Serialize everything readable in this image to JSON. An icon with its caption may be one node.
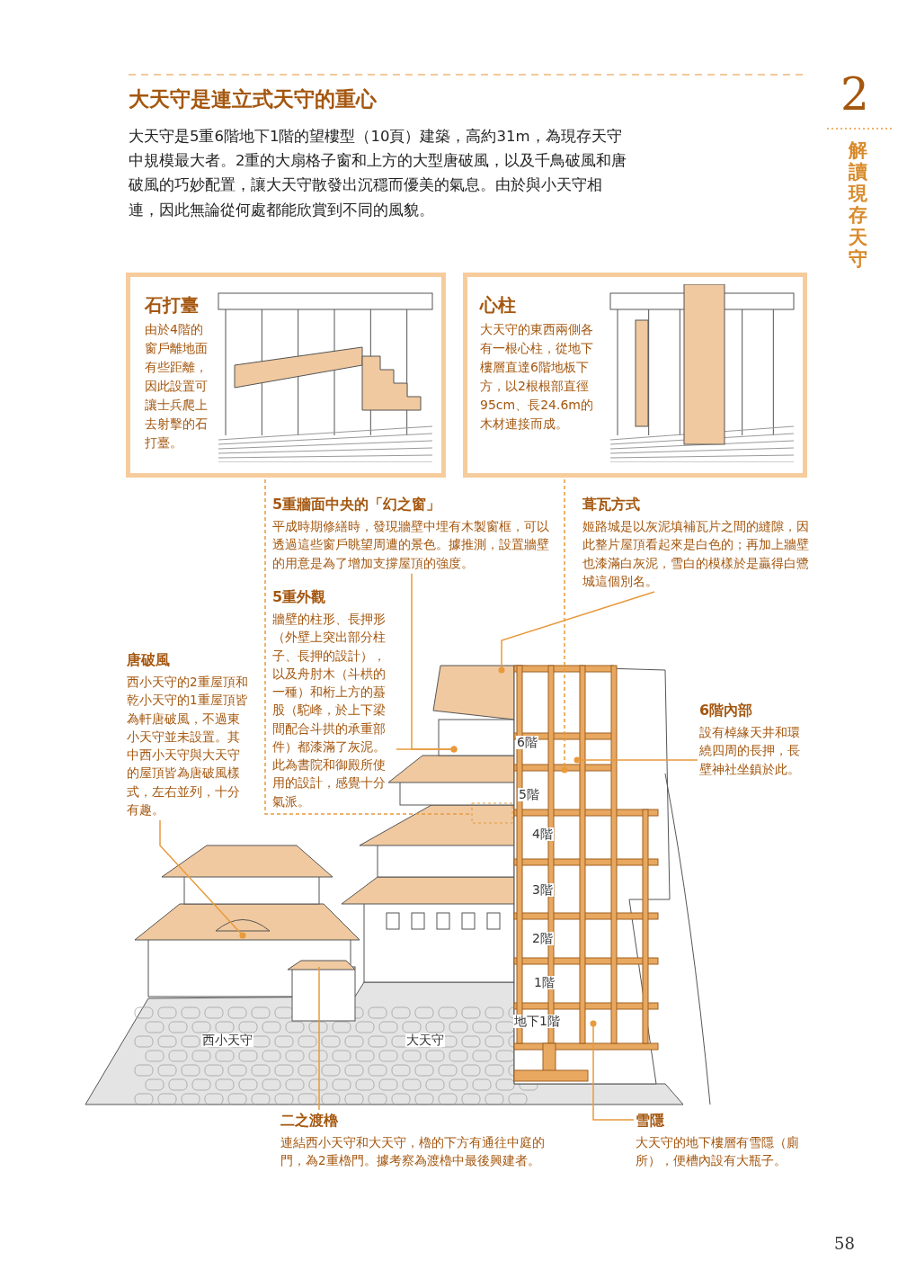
{
  "diagram": {
    "title": "大天守是連立式天守的重心",
    "nodes": [
      {
        "text": [
          "石打臺",
          "由於4階的窗戶離地面有些距離，因此設置可讓士兵爬上去射擊的石打臺。"
        ]
      },
      {
        "text": [
          "心柱",
          "大天守的東西兩側各有一根心柱，從地下樓層直達6階地板下方，以2根根部直徑95cm、長24.6m的木材連接而成。"
        ]
      },
      {
        "text": [
          "5重牆面中央的「幻之窗」",
          "平成時期修繕時，發現牆壁中埋有木製窗框，可以透過這些窗戶眺望周遭的景色。據推測，設置牆壁的用意是為了增加支撐屋頂的強度。"
        ]
      },
      {
        "text": [
          "葺瓦方式",
          "姬路城是以灰泥填補瓦片之間的縫隙，因此整片屋頂看起來是白色的；再加上牆壁也漆滿白灰泥，雪白的模樣於是贏得白鷺城這個別名。"
        ]
      },
      {
        "text": [
          "5重外觀",
          "牆壁的柱形、長押形（外壁上突出部分柱子、長押的設計），以及舟肘木（斗栱的一種）和桁上方的蟇股（駝峰，於上下梁間配合斗拱的承重部件）都漆滿了灰泥。此為書院和御殿所使用的設計，感覺十分氣派。"
        ]
      },
      {
        "text": [
          "唐破風",
          "西小天守的2重屋頂和乾小天守的1重屋頂皆為軒唐破風，不過東小天守並未設置。其中西小天守與大天守的屋頂皆為唐破風樣式，左右並列，十分有趣。"
        ]
      },
      {
        "text": [
          "6階內部",
          "設有棹緣天井和環繞四周的長押，長壁神社坐鎮於此。"
        ]
      },
      {
        "text": [
          "二之渡櫓",
          "連結西小天守和大天守，櫓的下方有通往中庭的門，為2重櫓門。據考察為渡櫓中最後興建者。"
        ]
      },
      {
        "text": [
          "雪隱",
          "大天守的地下樓層有雪隱（廁所），便槽內設有大瓶子。"
        ]
      }
    ],
    "edges": [
      {
        "from": 0,
        "to": null,
        "arrow": "none",
        "style": "dashed"
      },
      {
        "from": 1,
        "to": null,
        "arrow": "other",
        "style": "dashed"
      },
      {
        "from": 2,
        "to": null,
        "arrow": "other"
      },
      {
        "from": 4,
        "to": null,
        "arrow": "other"
      },
      {
        "from": 3,
        "to": null,
        "arrow": "other"
      },
      {
        "from": 6,
        "to": null,
        "arrow": "other"
      },
      {
        "from": 5,
        "to": null,
        "arrow": "other"
      },
      {
        "from": 7,
        "to": null,
        "arrow": "none"
      },
      {
        "from": 8,
        "to": null,
        "arrow": "other"
      }
    ],
    "labels": [
      "2",
      "解讀現存天守",
      "大天守是5重6階地下1階的望樓型（10頁）建築，高約31m，為現存天守中規模最大者。2重的大扇格子窗和上方的大型唐破風，以及千鳥破風和唐破風的巧妙配置，讓大天守散發出沉穩而優美的氣息。由於與小天守相連，因此無論從何處都能欣賞到不同的風貌。",
      "6階",
      "5階",
      "4階",
      "3階",
      "2階",
      "1階",
      "地下1階",
      "西小天守",
      "大天守",
      "58"
    ]
  }
}
